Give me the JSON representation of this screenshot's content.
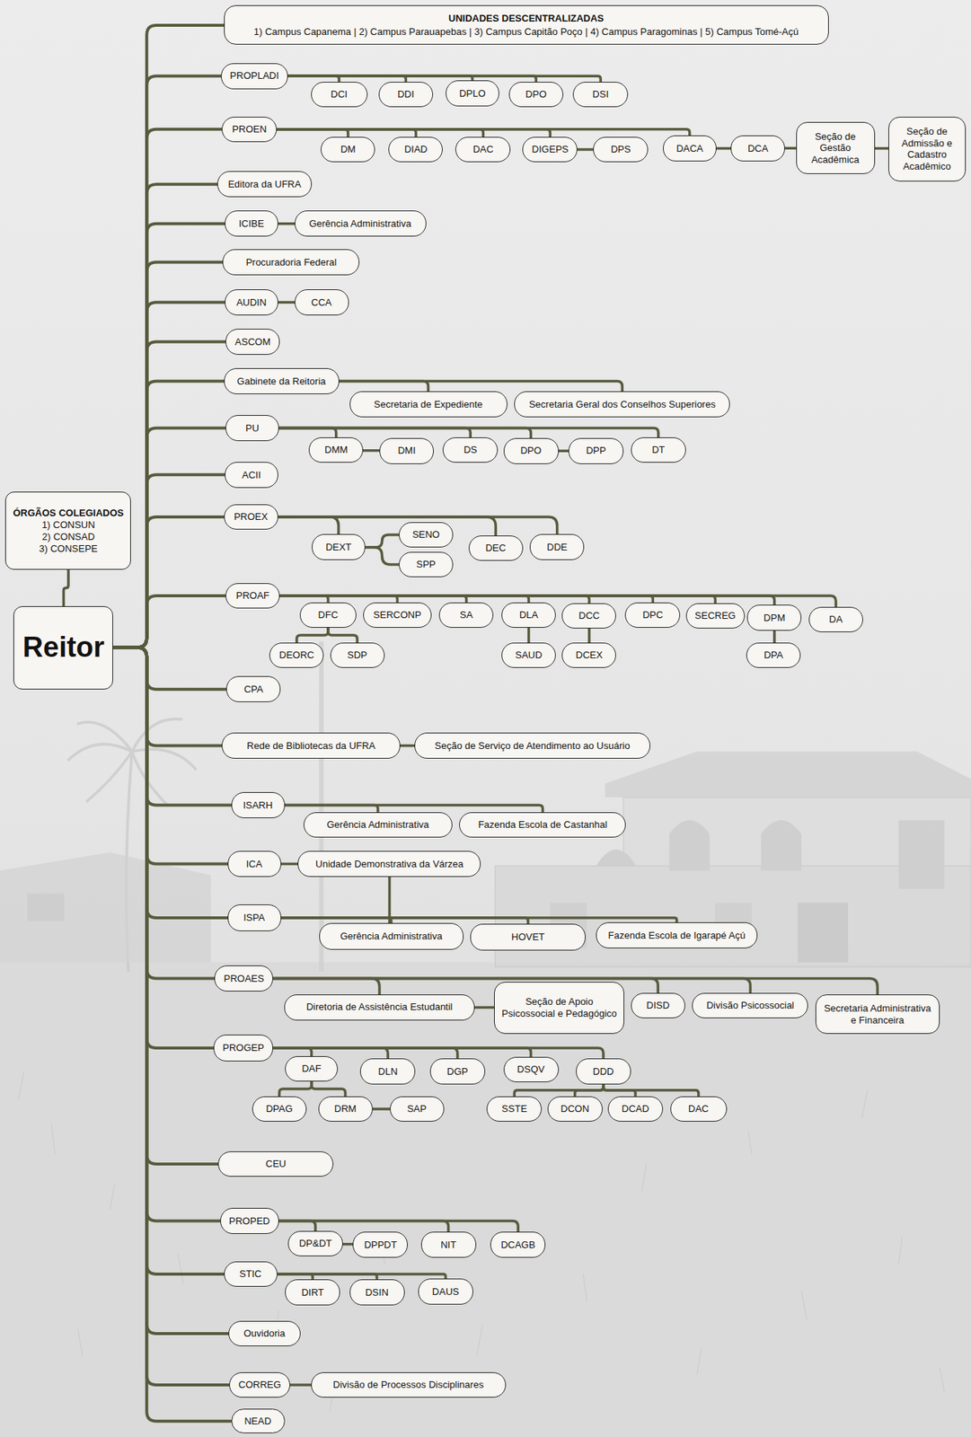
{
  "diagram": {
    "nodes": [
      {
        "text": [
          "ÓRGÃOS COLEGIADOS",
          "1) CONSUN",
          "2) CONSAD",
          "3) CONSEPE"
        ]
      },
      {
        "text": [
          "Reitor"
        ]
      },
      {
        "text": [
          "UNIDADES DESCENTRALIZADAS",
          "1) Campus Capanema | 2) Campus Parauapebas | 3) Campus Capitão Poço | 4) Campus Paragominas | 5) Campus Tomé-Açú"
        ]
      },
      {
        "text": [
          "PROPLADI"
        ]
      },
      {
        "text": [
          "DCI"
        ]
      },
      {
        "text": [
          "DDI"
        ]
      },
      {
        "text": [
          "DPLO"
        ]
      },
      {
        "text": [
          "DPO"
        ]
      },
      {
        "text": [
          "DSI"
        ]
      },
      {
        "text": [
          "PROEN"
        ]
      },
      {
        "text": [
          "DM"
        ]
      },
      {
        "text": [
          "DIAD"
        ]
      },
      {
        "text": [
          "DAC"
        ]
      },
      {
        "text": [
          "DIGEPS"
        ]
      },
      {
        "text": [
          "DPS"
        ]
      },
      {
        "text": [
          "DACA"
        ]
      },
      {
        "text": [
          "DCA"
        ]
      },
      {
        "text": [
          "Seção de Gestão Acadêmica"
        ]
      },
      {
        "text": [
          "Seção de Admissão e Cadastro Acadêmico"
        ]
      },
      {
        "text": [
          "Editora da UFRA"
        ]
      },
      {
        "text": [
          "ICIBE"
        ]
      },
      {
        "text": [
          "Gerência Administrativa"
        ]
      },
      {
        "text": [
          "Procuradoria Federal"
        ]
      },
      {
        "text": [
          "AUDIN"
        ]
      },
      {
        "text": [
          "CCA"
        ]
      },
      {
        "text": [
          "ASCOM"
        ]
      },
      {
        "text": [
          "Gabinete da Reitoria"
        ]
      },
      {
        "text": [
          "Secretaria de Expediente"
        ]
      },
      {
        "text": [
          "Secretaria Geral dos Conselhos Superiores"
        ]
      },
      {
        "text": [
          "PU"
        ]
      },
      {
        "text": [
          "DMM"
        ]
      },
      {
        "text": [
          "DMI"
        ]
      },
      {
        "text": [
          "DS"
        ]
      },
      {
        "text": [
          "DPO"
        ]
      },
      {
        "text": [
          "DPP"
        ]
      },
      {
        "text": [
          "DT"
        ]
      },
      {
        "text": [
          "ACII"
        ]
      },
      {
        "text": [
          "PROEX"
        ]
      },
      {
        "text": [
          "DEXT"
        ]
      },
      {
        "text": [
          "SENO"
        ]
      },
      {
        "text": [
          "SPP"
        ]
      },
      {
        "text": [
          "DEC"
        ]
      },
      {
        "text": [
          "DDE"
        ]
      },
      {
        "text": [
          "PROAF"
        ]
      },
      {
        "text": [
          "DFC"
        ]
      },
      {
        "text": [
          "SERCONP"
        ]
      },
      {
        "text": [
          "SA"
        ]
      },
      {
        "text": [
          "DLA"
        ]
      },
      {
        "text": [
          "DCC"
        ]
      },
      {
        "text": [
          "DPC"
        ]
      },
      {
        "text": [
          "SECREG"
        ]
      },
      {
        "text": [
          "DPM"
        ]
      },
      {
        "text": [
          "DA"
        ]
      },
      {
        "text": [
          "DEORC"
        ]
      },
      {
        "text": [
          "SDP"
        ]
      },
      {
        "text": [
          "SAUD"
        ]
      },
      {
        "text": [
          "DCEX"
        ]
      },
      {
        "text": [
          "DPA"
        ]
      },
      {
        "text": [
          "CPA"
        ]
      },
      {
        "text": [
          "Rede de Bibliotecas da UFRA"
        ]
      },
      {
        "text": [
          "Seção de Serviço de Atendimento ao Usuário"
        ]
      },
      {
        "text": [
          "ISARH"
        ]
      },
      {
        "text": [
          "Gerência Administrativa"
        ]
      },
      {
        "text": [
          "Fazenda Escola de Castanhal"
        ]
      },
      {
        "text": [
          "ICA"
        ]
      },
      {
        "text": [
          "Unidade Demonstrativa da Várzea"
        ]
      },
      {
        "text": [
          "ISPA"
        ]
      },
      {
        "text": [
          "Gerência Administrativa"
        ]
      },
      {
        "text": [
          "HOVET"
        ]
      },
      {
        "text": [
          "Fazenda Escola de Igarapé Açú"
        ]
      },
      {
        "text": [
          "PROAES"
        ]
      },
      {
        "text": [
          "Diretoria de Assistência Estudantil"
        ]
      },
      {
        "text": [
          "Seção de Apoio Psicossocial e Pedagógico"
        ]
      },
      {
        "text": [
          "DISD"
        ]
      },
      {
        "text": [
          "Divisão Psicossocial"
        ]
      },
      {
        "text": [
          "Secretaria Administrativa e Financeira"
        ]
      },
      {
        "text": [
          "PROGEP"
        ]
      },
      {
        "text": [
          "DAF"
        ]
      },
      {
        "text": [
          "DLN"
        ]
      },
      {
        "text": [
          "DGP"
        ]
      },
      {
        "text": [
          "DSQV"
        ]
      },
      {
        "text": [
          "DDD"
        ]
      },
      {
        "text": [
          "DPAG"
        ]
      },
      {
        "text": [
          "DRM"
        ]
      },
      {
        "text": [
          "SAP"
        ]
      },
      {
        "text": [
          "SSTE"
        ]
      },
      {
        "text": [
          "DCON"
        ]
      },
      {
        "text": [
          "DCAD"
        ]
      },
      {
        "text": [
          "DAC"
        ]
      },
      {
        "text": [
          "CEU"
        ]
      },
      {
        "text": [
          "PROPED"
        ]
      },
      {
        "text": [
          "DP&DT"
        ]
      },
      {
        "text": [
          "DPPDT"
        ]
      },
      {
        "text": [
          "NIT"
        ]
      },
      {
        "text": [
          "DCAGB"
        ]
      },
      {
        "text": [
          "STIC"
        ]
      },
      {
        "text": [
          "DIRT"
        ]
      },
      {
        "text": [
          "DSIN"
        ]
      },
      {
        "text": [
          "DAUS"
        ]
      },
      {
        "text": [
          "Ouvidoria"
        ]
      },
      {
        "text": [
          "CORREG"
        ]
      },
      {
        "text": [
          "Divisão de Processos Disciplinares"
        ]
      },
      {
        "text": [
          "NEAD"
        ]
      }
    ],
    "edges": [
      {
        "from": 0,
        "to": 1,
        "arrow": "none"
      },
      {
        "from": 1,
        "to": 2,
        "arrow": "none"
      },
      {
        "from": 1,
        "to": 3,
        "arrow": "none"
      },
      {
        "from": 1,
        "to": 9,
        "arrow": "none"
      },
      {
        "from": 1,
        "to": 19,
        "arrow": "none"
      },
      {
        "from": 1,
        "to": 20,
        "arrow": "none"
      },
      {
        "from": 1,
        "to": 22,
        "arrow": "none"
      },
      {
        "from": 1,
        "to": 23,
        "arrow": "none"
      },
      {
        "from": 1,
        "to": 25,
        "arrow": "none"
      },
      {
        "from": 1,
        "to": 26,
        "arrow": "none"
      },
      {
        "from": 1,
        "to": 29,
        "arrow": "none"
      },
      {
        "from": 1,
        "to": 36,
        "arrow": "none"
      },
      {
        "from": 1,
        "to": 37,
        "arrow": "none"
      },
      {
        "from": 1,
        "to": 43,
        "arrow": "none"
      },
      {
        "from": 1,
        "to": 58,
        "arrow": "none"
      },
      {
        "from": 1,
        "to": 59,
        "arrow": "none"
      },
      {
        "from": 1,
        "to": 61,
        "arrow": "none"
      },
      {
        "from": 1,
        "to": 64,
        "arrow": "none"
      },
      {
        "from": 1,
        "to": 66,
        "arrow": "none"
      },
      {
        "from": 1,
        "to": 70,
        "arrow": "none"
      },
      {
        "from": 1,
        "to": 76,
        "arrow": "none"
      },
      {
        "from": 1,
        "to": 89,
        "arrow": "none"
      },
      {
        "from": 1,
        "to": 90,
        "arrow": "none"
      },
      {
        "from": 1,
        "to": 95,
        "arrow": "none"
      },
      {
        "from": 1,
        "to": 99,
        "arrow": "none"
      },
      {
        "from": 1,
        "to": 100,
        "arrow": "none"
      },
      {
        "from": 1,
        "to": 102,
        "arrow": "none"
      },
      {
        "from": 3,
        "to": 4,
        "arrow": "none"
      },
      {
        "from": 3,
        "to": 5,
        "arrow": "none"
      },
      {
        "from": 3,
        "to": 6,
        "arrow": "none"
      },
      {
        "from": 3,
        "to": 7,
        "arrow": "none"
      },
      {
        "from": 3,
        "to": 8,
        "arrow": "none"
      },
      {
        "from": 9,
        "to": 10,
        "arrow": "none"
      },
      {
        "from": 9,
        "to": 11,
        "arrow": "none"
      },
      {
        "from": 9,
        "to": 12,
        "arrow": "none"
      },
      {
        "from": 9,
        "to": 13,
        "arrow": "none"
      },
      {
        "from": 9,
        "to": 15,
        "arrow": "none"
      },
      {
        "from": 13,
        "to": 14,
        "arrow": "none"
      },
      {
        "from": 15,
        "to": 16,
        "arrow": "none"
      },
      {
        "from": 16,
        "to": 17,
        "arrow": "none"
      },
      {
        "from": 17,
        "to": 18,
        "arrow": "none"
      },
      {
        "from": 20,
        "to": 21,
        "arrow": "none"
      },
      {
        "from": 23,
        "to": 24,
        "arrow": "none"
      },
      {
        "from": 26,
        "to": 27,
        "arrow": "none"
      },
      {
        "from": 26,
        "to": 28,
        "arrow": "none"
      },
      {
        "from": 29,
        "to": 30,
        "arrow": "none"
      },
      {
        "from": 29,
        "to": 32,
        "arrow": "none"
      },
      {
        "from": 29,
        "to": 33,
        "arrow": "none"
      },
      {
        "from": 29,
        "to": 35,
        "arrow": "none"
      },
      {
        "from": 30,
        "to": 31,
        "arrow": "none"
      },
      {
        "from": 33,
        "to": 34,
        "arrow": "none"
      },
      {
        "from": 37,
        "to": 38,
        "arrow": "none"
      },
      {
        "from": 37,
        "to": 41,
        "arrow": "none"
      },
      {
        "from": 37,
        "to": 42,
        "arrow": "none"
      },
      {
        "from": 38,
        "to": 39,
        "arrow": "none"
      },
      {
        "from": 38,
        "to": 40,
        "arrow": "none"
      },
      {
        "from": 43,
        "to": 44,
        "arrow": "none"
      },
      {
        "from": 43,
        "to": 45,
        "arrow": "none"
      },
      {
        "from": 43,
        "to": 46,
        "arrow": "none"
      },
      {
        "from": 43,
        "to": 47,
        "arrow": "none"
      },
      {
        "from": 43,
        "to": 48,
        "arrow": "none"
      },
      {
        "from": 43,
        "to": 49,
        "arrow": "none"
      },
      {
        "from": 43,
        "to": 50,
        "arrow": "none"
      },
      {
        "from": 43,
        "to": 51,
        "arrow": "none"
      },
      {
        "from": 43,
        "to": 52,
        "arrow": "none"
      },
      {
        "from": 44,
        "to": 53,
        "arrow": "none"
      },
      {
        "from": 44,
        "to": 54,
        "arrow": "none"
      },
      {
        "from": 47,
        "to": 55,
        "arrow": "none"
      },
      {
        "from": 48,
        "to": 56,
        "arrow": "none"
      },
      {
        "from": 51,
        "to": 57,
        "arrow": "none"
      },
      {
        "from": 59,
        "to": 60,
        "arrow": "none"
      },
      {
        "from": 61,
        "to": 62,
        "arrow": "none"
      },
      {
        "from": 61,
        "to": 63,
        "arrow": "none"
      },
      {
        "from": 64,
        "to": 65,
        "arrow": "none"
      },
      {
        "from": 65,
        "to": 67,
        "arrow": "none"
      },
      {
        "from": 66,
        "to": 67,
        "arrow": "none"
      },
      {
        "from": 66,
        "to": 68,
        "arrow": "none"
      },
      {
        "from": 66,
        "to": 69,
        "arrow": "none"
      },
      {
        "from": 70,
        "to": 71,
        "arrow": "none"
      },
      {
        "from": 70,
        "to": 73,
        "arrow": "none"
      },
      {
        "from": 70,
        "to": 74,
        "arrow": "none"
      },
      {
        "from": 70,
        "to": 75,
        "arrow": "none"
      },
      {
        "from": 71,
        "to": 72,
        "arrow": "none"
      },
      {
        "from": 76,
        "to": 77,
        "arrow": "none"
      },
      {
        "from": 76,
        "to": 78,
        "arrow": "none"
      },
      {
        "from": 76,
        "to": 79,
        "arrow": "none"
      },
      {
        "from": 76,
        "to": 80,
        "arrow": "none"
      },
      {
        "from": 76,
        "to": 81,
        "arrow": "none"
      },
      {
        "from": 77,
        "to": 82,
        "arrow": "none"
      },
      {
        "from": 77,
        "to": 83,
        "arrow": "none"
      },
      {
        "from": 83,
        "to": 84,
        "arrow": "none"
      },
      {
        "from": 81,
        "to": 85,
        "arrow": "none"
      },
      {
        "from": 81,
        "to": 86,
        "arrow": "none"
      },
      {
        "from": 81,
        "to": 87,
        "arrow": "none"
      },
      {
        "from": 81,
        "to": 88,
        "arrow": "none"
      },
      {
        "from": 90,
        "to": 91,
        "arrow": "none"
      },
      {
        "from": 90,
        "to": 93,
        "arrow": "none"
      },
      {
        "from": 90,
        "to": 94,
        "arrow": "none"
      },
      {
        "from": 91,
        "to": 92,
        "arrow": "none"
      },
      {
        "from": 95,
        "to": 96,
        "arrow": "none"
      },
      {
        "from": 95,
        "to": 97,
        "arrow": "none"
      },
      {
        "from": 95,
        "to": 98,
        "arrow": "none"
      },
      {
        "from": 100,
        "to": 101,
        "arrow": "none"
      }
    ]
  }
}
